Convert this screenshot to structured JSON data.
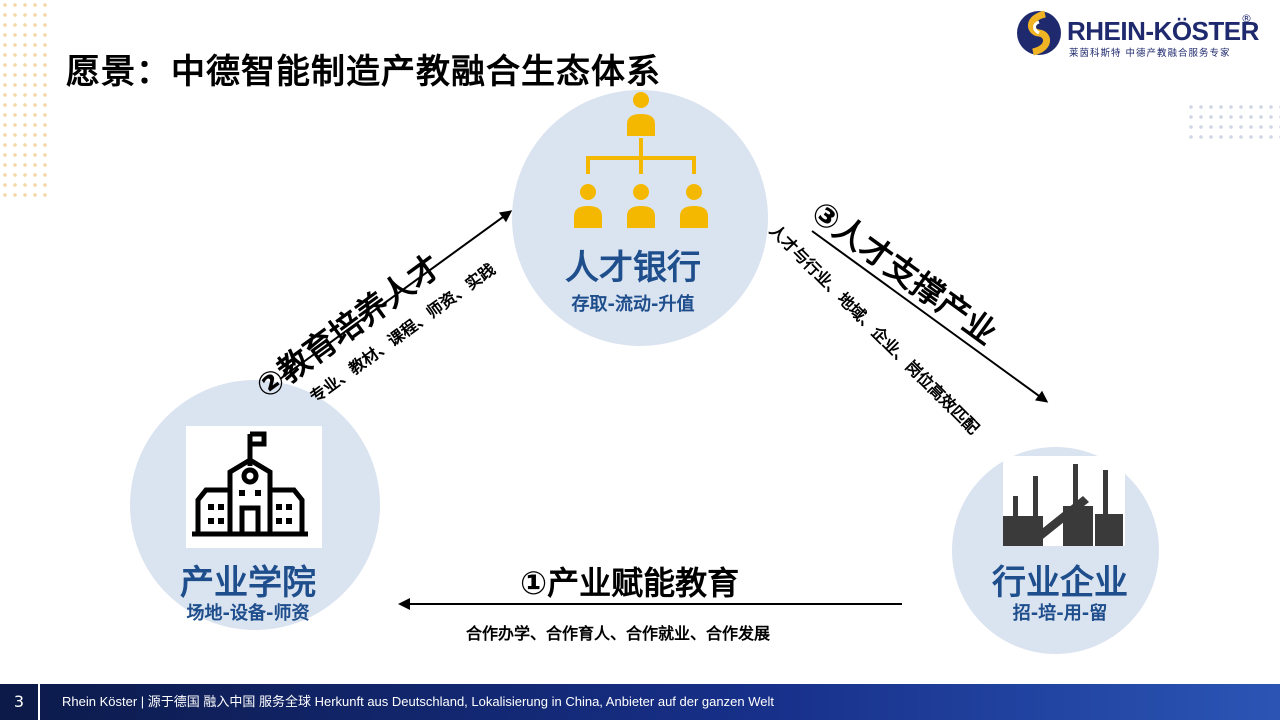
{
  "title": "愿景：中德智能制造产教融合生态体系",
  "logo": {
    "name": "RHEIN-KÖSTER",
    "tagline": "莱茵科斯特 中德产教融合服务专家",
    "registered": "®"
  },
  "nodes": {
    "top": {
      "title": "人才银行",
      "subtitle": "存取-流动-升值",
      "icon": "org-chart-people-icon"
    },
    "left": {
      "title": "产业学院",
      "subtitle": "场地-设备-师资",
      "icon": "school-building-icon"
    },
    "right": {
      "title": "行业企业",
      "subtitle": "招-培-用-留",
      "icon": "factory-icon"
    }
  },
  "flows": {
    "one": {
      "title": "①产业赋能教育",
      "detail": "合作办学、合作育人、合作就业、合作发展"
    },
    "two": {
      "title": "②教育培养人才",
      "detail": "专业、教材、课程、师资、实践"
    },
    "three": {
      "title": "③人才支撑产业",
      "detail": "人才与行业、地域、企业、岗位高效匹配"
    }
  },
  "footer": {
    "page": "3",
    "text": "Rhein Köster | 源于德国  融入中国  服务全球  Herkunft aus Deutschland, Lokalisierung in China, Anbieter auf der ganzen Welt"
  },
  "colors": {
    "accent": "#1f4e8c",
    "icon_yellow": "#f5b800",
    "circle": "#dae3f0"
  }
}
